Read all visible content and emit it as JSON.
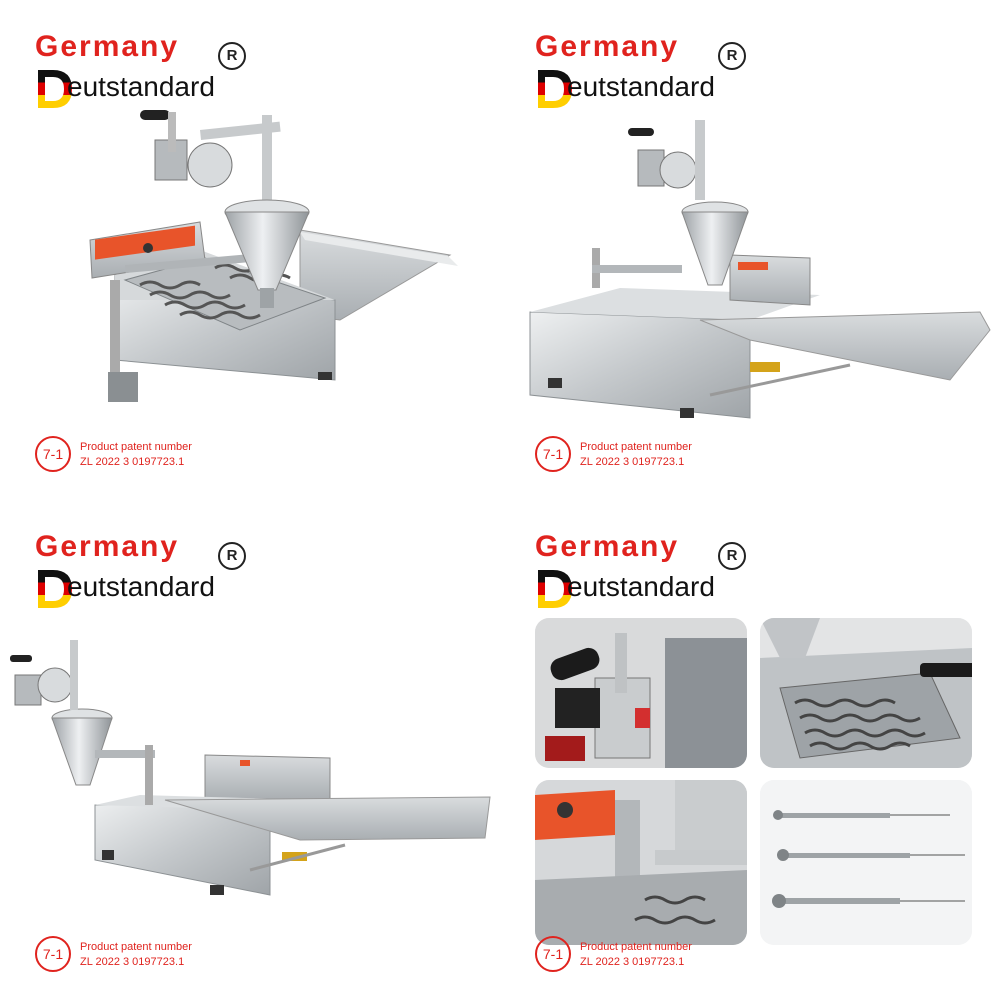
{
  "panels": [
    {
      "brand_top": "Germany",
      "brand_bottom": "eutstandard",
      "brand_letter": "D",
      "registered": "R",
      "badge": "7-1",
      "patent_label": "Product patent number",
      "patent_number": "ZL 2022 3 0197723.1"
    },
    {
      "brand_top": "Germany",
      "brand_bottom": "eutstandard",
      "brand_letter": "D",
      "registered": "R",
      "badge": "7-1",
      "patent_label": "Product patent number",
      "patent_number": "ZL 2022 3 0197723.1"
    },
    {
      "brand_top": "Germany",
      "brand_bottom": "eutstandard",
      "brand_letter": "D",
      "registered": "R",
      "badge": "7-1",
      "patent_label": "Product patent number",
      "patent_number": "ZL 2022 3 0197723.1"
    },
    {
      "brand_top": "Germany",
      "brand_bottom": "eutstandard",
      "brand_letter": "D",
      "registered": "R",
      "badge": "7-1",
      "patent_label": "Product patent number",
      "patent_number": "ZL 2022 3 0197723.1"
    }
  ],
  "colors": {
    "brand_red": "#e0231e",
    "steel": "#c9ccce",
    "steel_dark": "#8e9397",
    "control_panel": "#e8542a"
  }
}
